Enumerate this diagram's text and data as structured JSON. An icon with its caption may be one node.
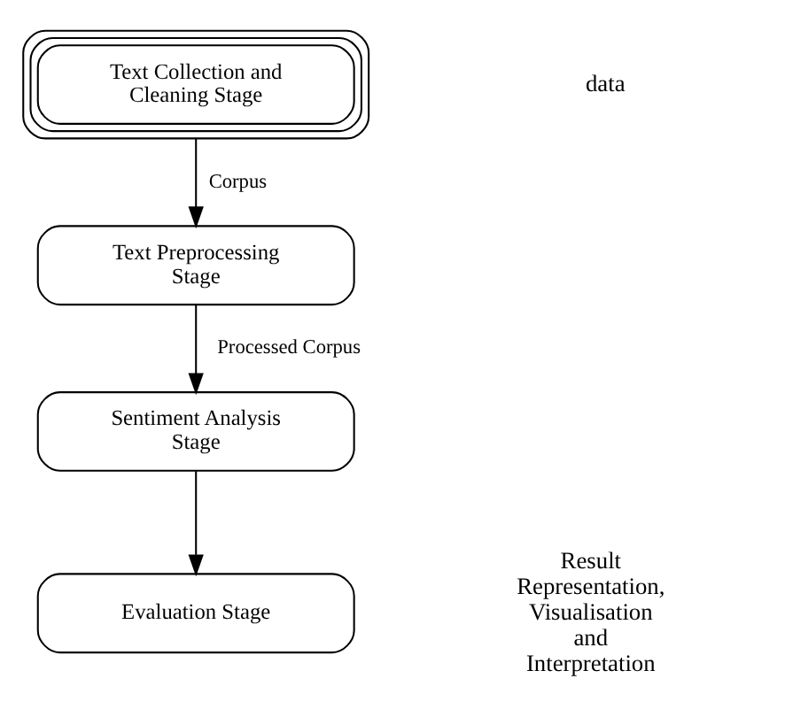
{
  "diagram": {
    "nodes": [
      {
        "text": [
          "Text Collection and Cleaning Stage"
        ]
      },
      {
        "text": [
          "Text Preprocessing Stage"
        ]
      },
      {
        "text": [
          "Sentiment Analysis Stage"
        ]
      },
      {
        "text": [
          "Evaluation Stage"
        ]
      }
    ],
    "edges": [
      {
        "from": 0,
        "to": 1,
        "arrow": "to",
        "label": "Corpus"
      },
      {
        "from": 1,
        "to": 2,
        "arrow": "to",
        "label": "Processed Corpus"
      },
      {
        "from": 2,
        "to": 3,
        "arrow": "to"
      }
    ],
    "labels": [
      "data",
      "Result Representation, Visualisation and Interpretation"
    ]
  }
}
